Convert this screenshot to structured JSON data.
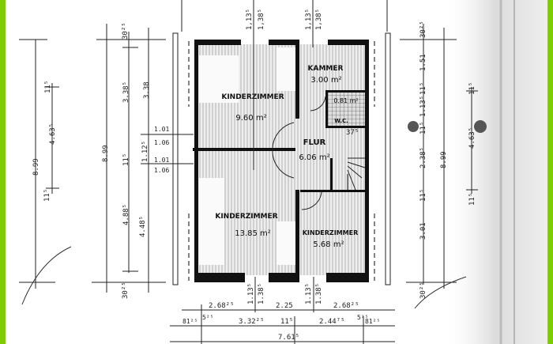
{
  "plan": {
    "rooms": [
      {
        "name": "KINDERZIMMER",
        "area": "9.60 m²"
      },
      {
        "name": "KAMMER",
        "area": "3.00 m²"
      },
      {
        "name": "W.C.",
        "area": "0.81 m²"
      },
      {
        "name": "FLUR",
        "area": "6.06 m²"
      },
      {
        "name": "KINDERZIMMER",
        "area": "13.85 m²"
      },
      {
        "name": "KINDERZIMMER",
        "area": "5.68 m²"
      }
    ],
    "wc_dim": "37⁵",
    "top_dims": [
      "1,13⁵",
      "1,38⁵",
      "1,13⁵",
      "1,38⁵"
    ],
    "bottom_dims": [
      "1.13⁵",
      "1.38⁵",
      "1.13⁵",
      "1.38⁵",
      "2.68²⁵",
      "2.25",
      "2.68²⁵",
      "81²⁵",
      "5²⁵",
      "3.32²⁵",
      "11⁵",
      "2.44⁷⁵",
      "5²⁵",
      "81²⁵",
      "7.61⁵"
    ],
    "left_dims": [
      "8.99",
      "4.63⁵",
      "11⁵",
      "11⁵",
      "8.99",
      "30²⁵",
      "3.38⁵",
      "3.38",
      "11⁵",
      "1.12⁵",
      "4.88⁵",
      "4.48⁵",
      "30²⁵",
      "1.01",
      "1.06",
      "1.01",
      "1.06"
    ],
    "right_dims": [
      "30²⁵",
      "1.51",
      "11⁵",
      "1.13⁵",
      "11⁵",
      "2.38⁵",
      "11⁵",
      "3.01",
      "30²⁵",
      "8.99",
      "11⁵",
      "4.63⁵",
      "11⁵"
    ]
  }
}
